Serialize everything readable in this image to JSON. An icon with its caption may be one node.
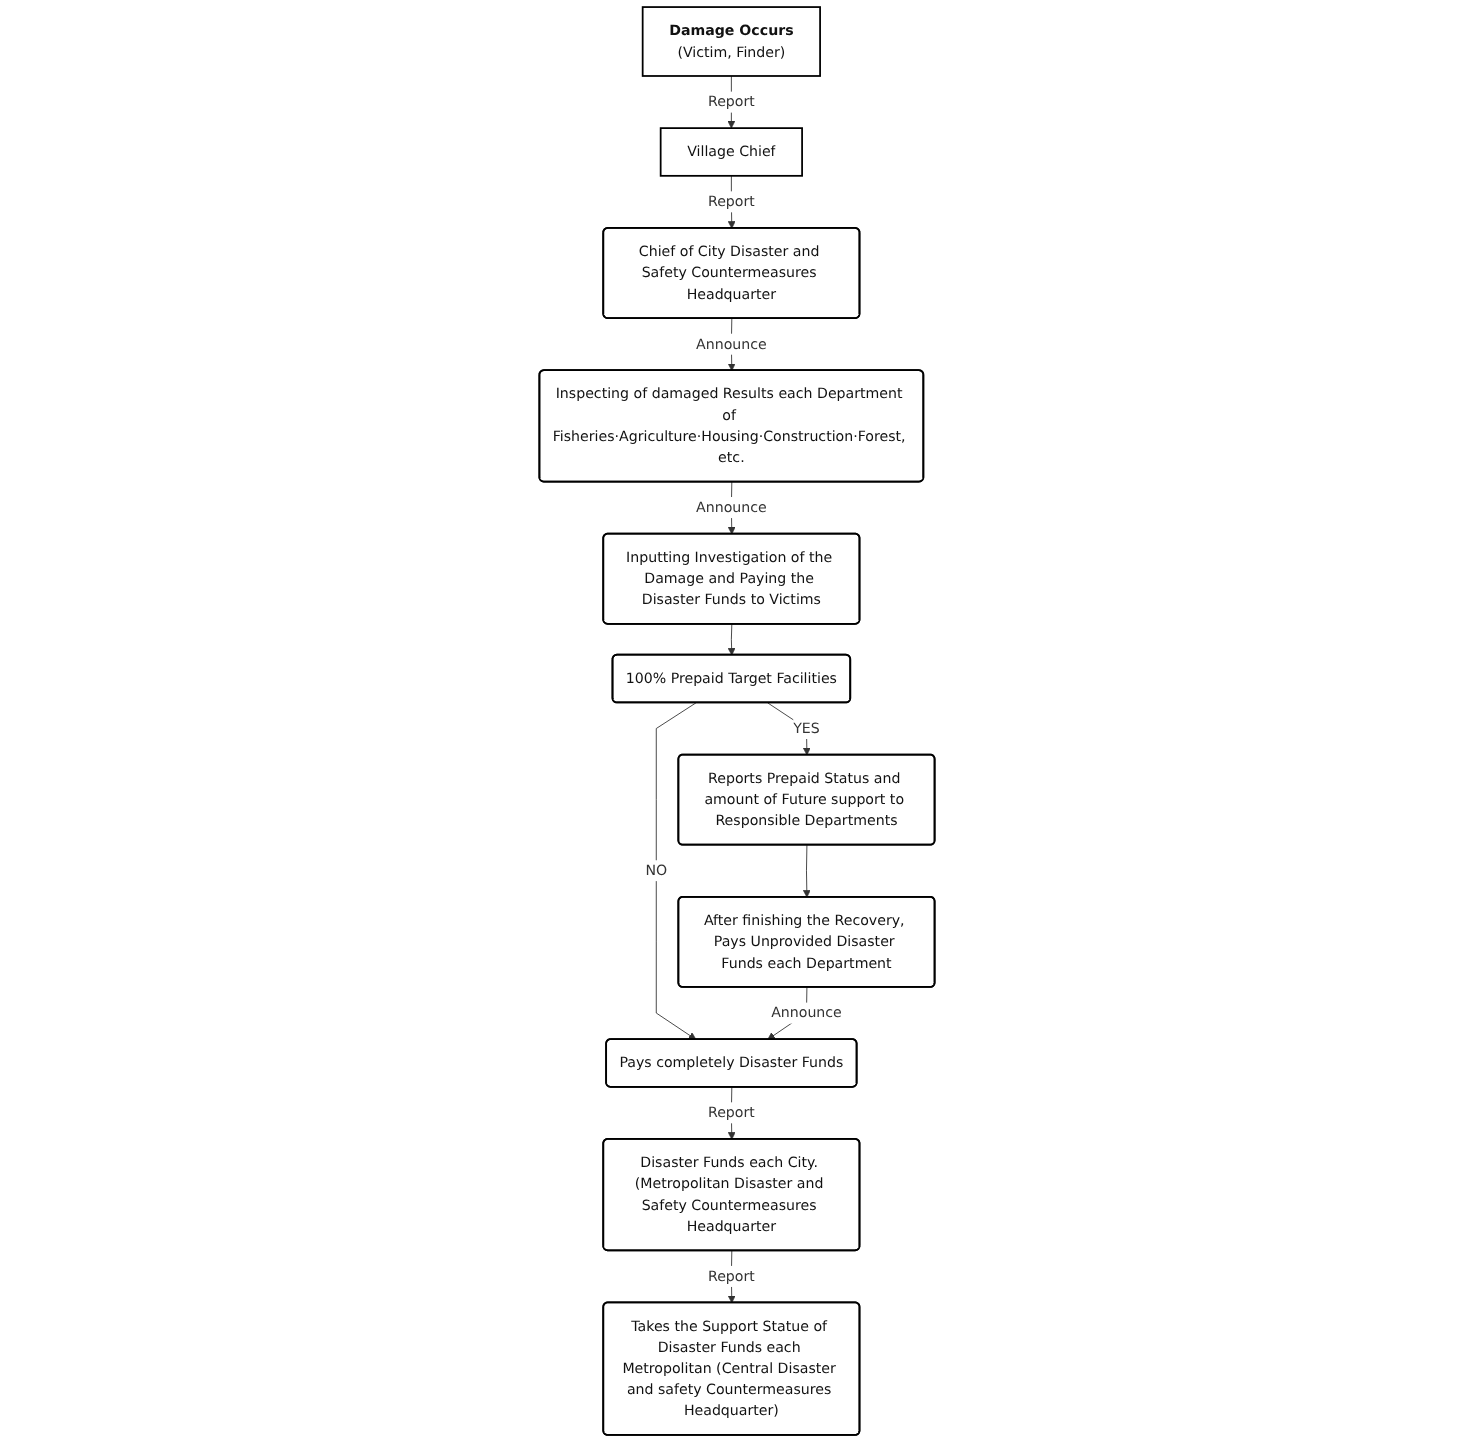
{
  "diagram": {
    "nodes": [
      {
        "text": [
          "Damage Occurs",
          "(Victim, Finder)"
        ]
      },
      {
        "text": [
          "Village Chief"
        ]
      },
      {
        "text": [
          "Chief of City Disaster and Safety Countermeasures Headquarter"
        ]
      },
      {
        "text": [
          "Inspecting of damaged Results each Department of Fisheries·Agriculture·Housing·Construction·Forest, etc."
        ]
      },
      {
        "text": [
          "Inputting Investigation of the Damage and Paying the Disaster Funds to Victims"
        ]
      },
      {
        "text": [
          "100% Prepaid Target Facilities"
        ]
      },
      {
        "text": [
          "Reports Prepaid Status and amount of Future support to Responsible Departments"
        ]
      },
      {
        "text": [
          "Pays completely Disaster Funds"
        ]
      },
      {
        "text": [
          "After finishing the Recovery, Pays Unprovided Disaster Funds each Department"
        ]
      },
      {
        "text": [
          "Disaster Funds each City. (Metropolitan Disaster and Safety Countermeasures Headquarter"
        ]
      },
      {
        "text": [
          "Takes the Support Statue of Disaster Funds each Metropolitan (Central Disaster and safety Countermeasures Headquarter)"
        ]
      }
    ],
    "edges": [
      {
        "from": 0,
        "to": 1,
        "arrow": "to",
        "label": "Report"
      },
      {
        "from": 1,
        "to": 2,
        "arrow": "to",
        "label": "Report"
      },
      {
        "from": 2,
        "to": 3,
        "arrow": "to",
        "label": "Announce"
      },
      {
        "from": 3,
        "to": 4,
        "arrow": "to",
        "label": "Announce"
      },
      {
        "from": 4,
        "to": 5,
        "arrow": "to"
      },
      {
        "from": 5,
        "to": 6,
        "arrow": "to",
        "label": "YES"
      },
      {
        "from": 5,
        "to": 7,
        "arrow": "to",
        "label": "NO"
      },
      {
        "from": 6,
        "to": 8,
        "arrow": "to"
      },
      {
        "from": 8,
        "to": 7,
        "arrow": "to",
        "label": "Announce"
      },
      {
        "from": 7,
        "to": 9,
        "arrow": "to",
        "label": "Report"
      },
      {
        "from": 9,
        "to": 10,
        "arrow": "to",
        "label": "Report"
      }
    ]
  }
}
